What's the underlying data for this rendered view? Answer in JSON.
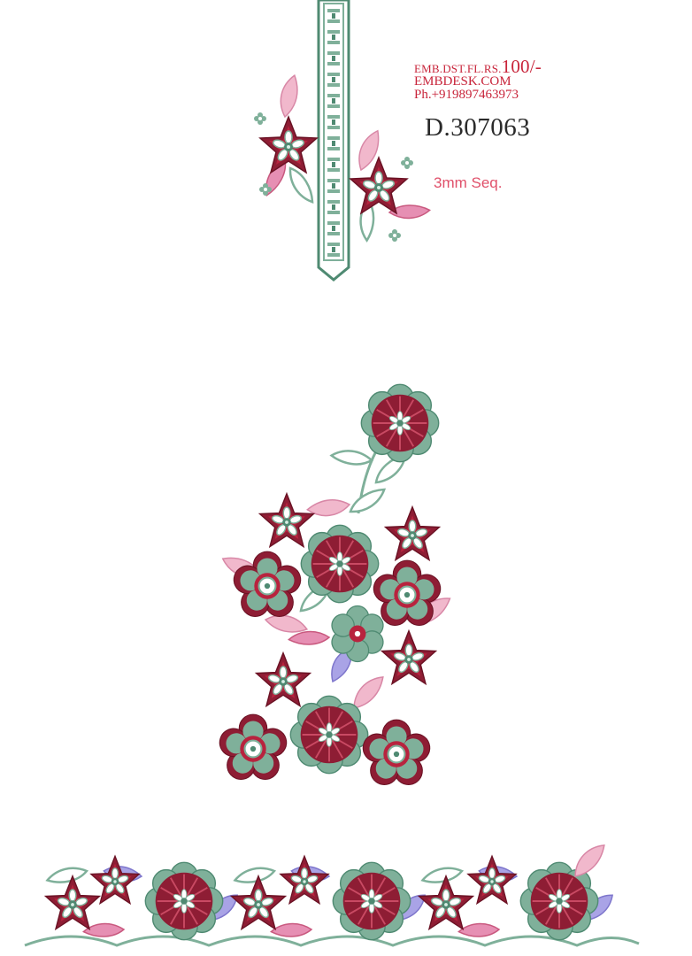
{
  "header": {
    "price_prefix": "EMB.DST.FL.RS.",
    "price_amount": "100/-",
    "website": "EMBDESK.COM",
    "phone": "Ph.+919897463973",
    "design_code": "D.307063",
    "sequin_note": "3mm Seq."
  },
  "colors": {
    "maroon": "#8e1d34",
    "red": "#b8233e",
    "green": "#7fb09a",
    "dark_green": "#4f8a72",
    "pink": "#e68fb3",
    "light_pink": "#f1b8cc",
    "lilac": "#a9a3e6",
    "white": "#ffffff"
  },
  "motifs": {
    "neck_placket": "placket-panel",
    "neck_flowers": "star-flower-icon",
    "center_bouquet": "bouquet-motif",
    "bottom_border": "scalloped-border"
  }
}
